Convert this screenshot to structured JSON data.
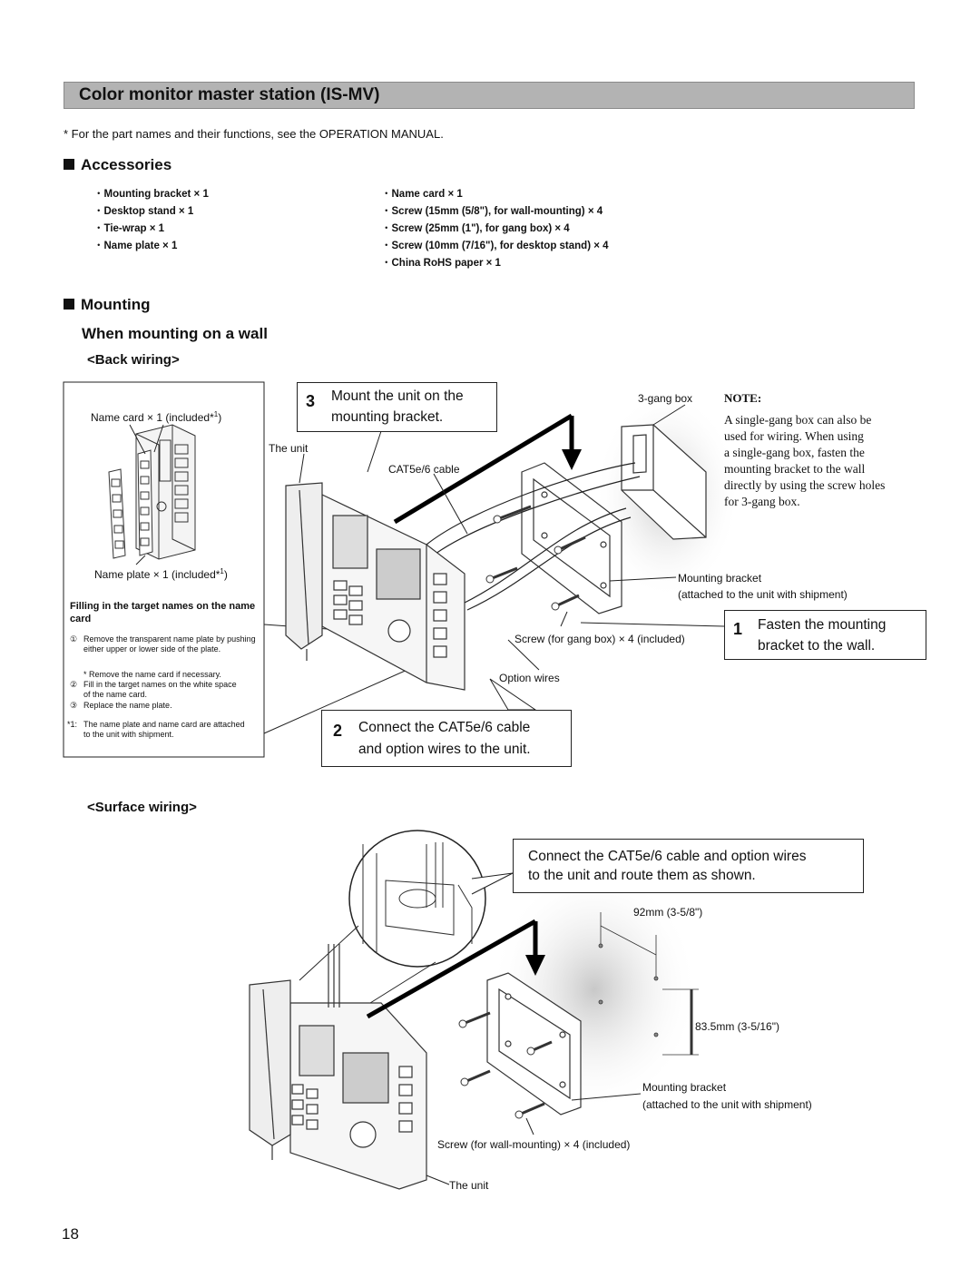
{
  "title": "Color monitor master station (IS-MV)",
  "intro_note": "*  For the part names and their functions, see the OPERATION MANUAL.",
  "accessories": {
    "heading": "Accessories",
    "left": [
      "Mounting bracket × 1",
      "Desktop stand × 1",
      "Tie-wrap × 1",
      "Name plate × 1"
    ],
    "right": [
      "Name card × 1",
      "Screw (15mm (5/8\"), for wall-mounting) × 4",
      "Screw (25mm (1\"), for gang box) × 4",
      "Screw (10mm (7/16\"), for desktop stand) × 4",
      "China RoHS paper × 1"
    ]
  },
  "mounting": {
    "heading": "Mounting",
    "subheading": "When mounting on a wall",
    "back_wiring": "<Back wiring>",
    "surface_wiring": "<Surface wiring>"
  },
  "inset": {
    "name_card": "Name card × 1 (included*",
    "name_plate": "Name plate × 1 (included*",
    "sup": "1",
    "close": ")",
    "fill_heading": "Filling in the target names on the name card",
    "step1": "Remove the transparent name plate by pushing either upper or lower side of the plate.",
    "step1_note": "* Remove the name card if necessary.",
    "step2": "Fill in the target names on the white space of the name card.",
    "step3": "Replace the name plate.",
    "n1": "①",
    "n2": "②",
    "n3": "③",
    "footnote_mark": "*1:",
    "footnote": "The name plate and name card are attached to the unit with shipment."
  },
  "back": {
    "step3_num": "3",
    "step3_line1": "Mount the unit on the",
    "step3_line2": "mounting bracket.",
    "the_unit": "The unit",
    "cable": "CAT5e/6 cable",
    "gang_box": "3-gang box",
    "note_title": "NOTE:",
    "note_lines": [
      "A single-gang box can also be",
      "used for wiring. When using",
      "a single-gang box, fasten the",
      "mounting bracket to the wall",
      "directly by using the screw holes",
      "for 3-gang box."
    ],
    "bracket": "Mounting bracket",
    "bracket_note": "(attached to the unit with shipment)",
    "screw": "Screw (for gang box) × 4 (included)",
    "option_wires": "Option wires",
    "step1_num": "1",
    "step1_line1": "Fasten the mounting",
    "step1_line2": "bracket to the wall.",
    "step2_num": "2",
    "step2_line1": "Connect the CAT5e/6 cable",
    "step2_line2": "and option wires to the unit."
  },
  "surface": {
    "callout_line1": "Connect the CAT5e/6 cable and option wires",
    "callout_line2": "to the unit and route them as shown.",
    "dim_h": "92mm (3-5/8\")",
    "dim_v": "83.5mm (3-5/16\")",
    "bracket": "Mounting bracket",
    "bracket_note": "(attached to the unit with shipment)",
    "screw": "Screw (for wall-mounting) × 4 (included)",
    "the_unit": "The unit"
  },
  "page_number": "18"
}
